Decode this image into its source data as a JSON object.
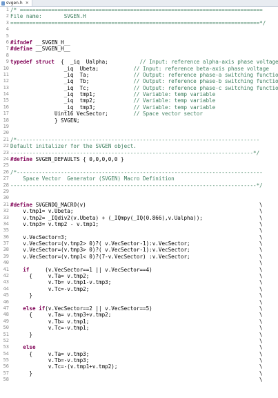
{
  "tab": {
    "label": "svgen.h",
    "close_glyph": "✕"
  },
  "lines": [
    {
      "n": "1",
      "parts": [
        [
          "cmt",
          "/* ============================================================================="
        ]
      ]
    },
    {
      "n": "2",
      "parts": [
        [
          "cmt",
          "File name:       SVGEN.H"
        ]
      ]
    },
    {
      "n": "3",
      "parts": [
        [
          "cmt",
          "===============================================================================*/"
        ]
      ]
    },
    {
      "n": "4",
      "parts": []
    },
    {
      "n": "5",
      "parts": []
    },
    {
      "n": "6",
      "parts": [
        [
          "kw",
          "#ifndef"
        ],
        [
          "",
          " __SVGEN_H__"
        ]
      ]
    },
    {
      "n": "7",
      "parts": [
        [
          "kw",
          "#define"
        ],
        [
          "",
          " __SVGEN_H__"
        ]
      ]
    },
    {
      "n": "8",
      "parts": []
    },
    {
      "n": "9",
      "parts": [
        [
          "kw",
          "typedef struct"
        ],
        [
          "",
          "  {  _iq  Ualpha;          "
        ],
        [
          "cmt",
          "// Input: reference alpha-axis phase voltage"
        ]
      ]
    },
    {
      "n": "10",
      "parts": [
        [
          "",
          "                 _iq  Ubeta;           "
        ],
        [
          "cmt",
          "// Input: reference beta-axis phase voltage"
        ]
      ]
    },
    {
      "n": "11",
      "parts": [
        [
          "",
          "                 _iq  Ta;              "
        ],
        [
          "cmt",
          "// Output: reference phase-a switching functio"
        ]
      ]
    },
    {
      "n": "12",
      "parts": [
        [
          "",
          "                 _iq  Tb;              "
        ],
        [
          "cmt",
          "// Output: reference phase-b switching functio"
        ]
      ]
    },
    {
      "n": "13",
      "parts": [
        [
          "",
          "                 _iq  Tc;              "
        ],
        [
          "cmt",
          "// Output: reference phase-c switching functio"
        ]
      ]
    },
    {
      "n": "14",
      "parts": [
        [
          "",
          "                 _iq  tmp1;            "
        ],
        [
          "cmt",
          "// Variable: temp variable"
        ]
      ]
    },
    {
      "n": "15",
      "parts": [
        [
          "",
          "                 _iq  tmp2;            "
        ],
        [
          "cmt",
          "// Variable: temp variable"
        ]
      ]
    },
    {
      "n": "16",
      "parts": [
        [
          "",
          "                 _iq  tmp3;            "
        ],
        [
          "cmt",
          "// Variable: temp variable"
        ]
      ]
    },
    {
      "n": "17",
      "parts": [
        [
          "",
          "              Uint16 VecSector;        "
        ],
        [
          "cmt",
          "// Space vector sector"
        ]
      ]
    },
    {
      "n": "18",
      "parts": [
        [
          "",
          "              } SVGEN;"
        ]
      ]
    },
    {
      "n": "19",
      "parts": []
    },
    {
      "n": "20",
      "parts": []
    },
    {
      "n": "21",
      "parts": [
        [
          "cmt",
          "/*-----------------------------------------------------------------------------"
        ]
      ]
    },
    {
      "n": "22",
      "parts": [
        [
          "cmt",
          "Default initalizer for the SVGEN object."
        ]
      ]
    },
    {
      "n": "23",
      "parts": [
        [
          "cmt",
          "-----------------------------------------------------------------------------*/"
        ]
      ]
    },
    {
      "n": "24",
      "parts": [
        [
          "kw",
          "#define"
        ],
        [
          "",
          " SVGEN_DEFAULTS { 0,0,0,0,0 }"
        ]
      ]
    },
    {
      "n": "25",
      "parts": []
    },
    {
      "n": "26",
      "parts": [
        [
          "cmt",
          "/*------------------------------------------------------------------------------"
        ]
      ]
    },
    {
      "n": "27",
      "parts": [
        [
          "cmt",
          "    Space Vector  Generator (SVGEN) Macro Definition"
        ]
      ]
    },
    {
      "n": "28",
      "parts": [
        [
          "cmt",
          "------------------------------------------------------------------------------*/"
        ]
      ]
    },
    {
      "n": "29",
      "parts": []
    },
    {
      "n": "30",
      "parts": []
    },
    {
      "n": "31",
      "bs": true,
      "parts": [
        [
          "kw",
          "#define"
        ],
        [
          "",
          " SVGENDQ_MACRO(v)"
        ]
      ]
    },
    {
      "n": "32",
      "bs": true,
      "parts": [
        [
          "",
          "    v.tmp1= v.Ubeta;"
        ]
      ]
    },
    {
      "n": "33",
      "bs": true,
      "parts": [
        [
          "",
          "    v.tmp2= _IQdiv2(v.Ubeta) + (_IQmpy(_IQ(0.866),v.Ualpha));"
        ]
      ]
    },
    {
      "n": "34",
      "bs": true,
      "parts": [
        [
          "",
          "    v.tmp3= v.tmp2 - v.tmp1;"
        ]
      ]
    },
    {
      "n": "35",
      "bs": true,
      "parts": []
    },
    {
      "n": "36",
      "bs": true,
      "parts": [
        [
          "",
          "    v.VecSector=3;"
        ]
      ]
    },
    {
      "n": "37",
      "bs": true,
      "parts": [
        [
          "",
          "    v.VecSector=(v.tmp2> 0)?( v.VecSector-1):v.VecSector;"
        ]
      ]
    },
    {
      "n": "38",
      "bs": true,
      "parts": [
        [
          "",
          "    v.VecSector=(v.tmp3> 0)?( v.VecSector-1):v.VecSector;"
        ]
      ]
    },
    {
      "n": "39",
      "bs": true,
      "parts": [
        [
          "",
          "    v.VecSector=(v.tmp1< 0)?(7-v.VecSector) :v.VecSector;"
        ]
      ]
    },
    {
      "n": "40",
      "bs": true,
      "parts": []
    },
    {
      "n": "41",
      "bs": true,
      "parts": [
        [
          "kw",
          "    if"
        ],
        [
          "",
          "     (v.VecSector==1 || v.VecSector==4)"
        ]
      ]
    },
    {
      "n": "42",
      "bs": true,
      "parts": [
        [
          "",
          "      {     v.Ta= v.tmp2;"
        ]
      ]
    },
    {
      "n": "43",
      "bs": true,
      "parts": [
        [
          "",
          "            v.Tb= v.tmp1-v.tmp3;"
        ]
      ]
    },
    {
      "n": "44",
      "bs": true,
      "parts": [
        [
          "",
          "            v.Tc=-v.tmp2;"
        ]
      ]
    },
    {
      "n": "45",
      "bs": true,
      "parts": [
        [
          "",
          "      }"
        ]
      ]
    },
    {
      "n": "46",
      "bs": true,
      "parts": []
    },
    {
      "n": "47",
      "bs": true,
      "parts": [
        [
          "kw",
          "    else if"
        ],
        [
          "",
          "(v.VecSector==2 || v.VecSector==5)"
        ]
      ]
    },
    {
      "n": "48",
      "bs": true,
      "parts": [
        [
          "",
          "      {     v.Ta= v.tmp3+v.tmp2;"
        ]
      ]
    },
    {
      "n": "49",
      "bs": true,
      "parts": [
        [
          "",
          "            v.Tb= v.tmp1;"
        ]
      ]
    },
    {
      "n": "50",
      "bs": true,
      "parts": [
        [
          "",
          "            v.Tc=-v.tmp1;"
        ]
      ]
    },
    {
      "n": "51",
      "bs": true,
      "parts": [
        [
          "",
          "      }"
        ]
      ]
    },
    {
      "n": "52",
      "bs": true,
      "parts": []
    },
    {
      "n": "53",
      "bs": true,
      "parts": [
        [
          "kw",
          "    else"
        ]
      ]
    },
    {
      "n": "54",
      "bs": true,
      "parts": [
        [
          "",
          "      {     v.Ta= v.tmp3;"
        ]
      ]
    },
    {
      "n": "55",
      "bs": true,
      "parts": [
        [
          "",
          "            v.Tb=-v.tmp3;"
        ]
      ]
    },
    {
      "n": "56",
      "bs": true,
      "parts": [
        [
          "",
          "            v.Tc=-(v.tmp1+v.tmp2);"
        ]
      ]
    },
    {
      "n": "57",
      "bs": true,
      "parts": [
        [
          "",
          "      }"
        ]
      ]
    },
    {
      "n": "58",
      "bs": true,
      "parts": []
    }
  ],
  "backslash": "\\",
  "colors": {
    "comment": "#3f7f5f",
    "keyword": "#7f0055",
    "line_number": "#8a8a8a"
  }
}
